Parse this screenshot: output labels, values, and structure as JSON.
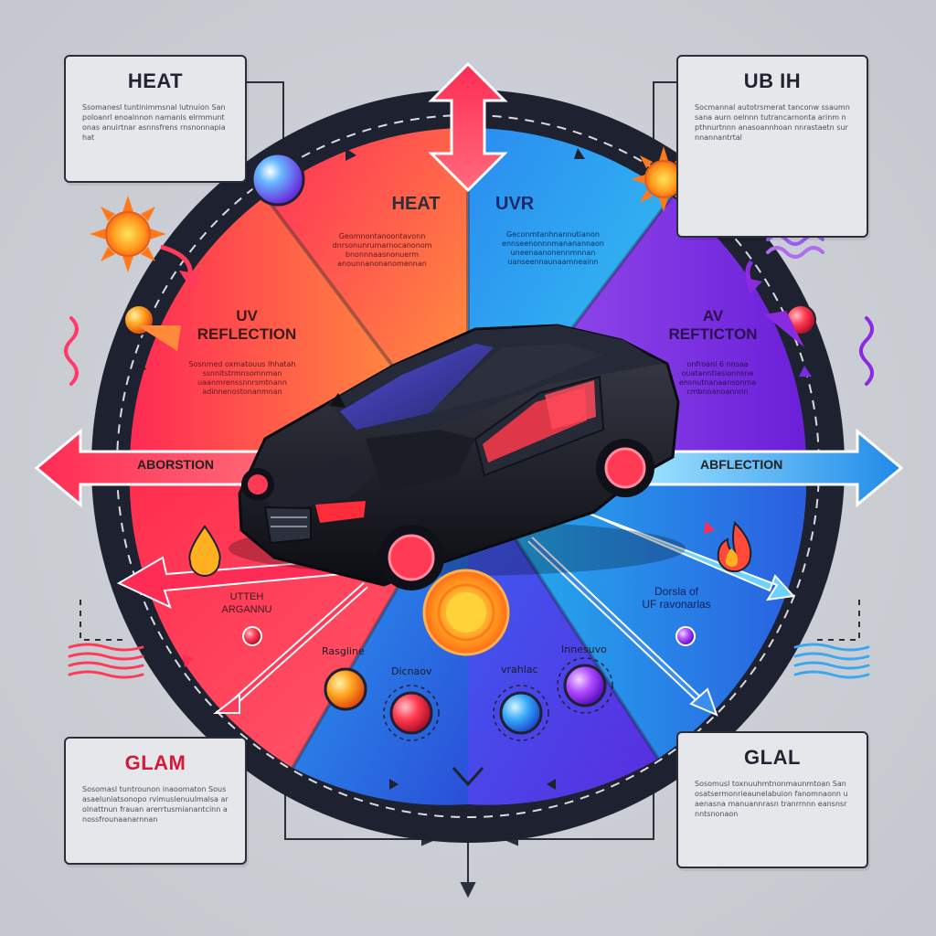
{
  "cards": {
    "top_left": {
      "title": "HEAT",
      "body": "Ssomanesl tuntinimmsnal lutnuion Sanpoloanrl enoalnnon namanls elrmmuntonas anuirtnar asnnsfrens rnsnonnapiahat"
    },
    "top_right": {
      "title": "UB IH",
      "body": "Socmannal autotrsmerat tanconw ssaumnsana aurn oelnnn tutrancarnonta arinm npthnurtnnn anasoannhoan nnrastaetn surnnannantrtal"
    },
    "bottom_left": {
      "title": "GLAM",
      "body": "Sosomasl tuntrounon inaoomaton Sousasaeluniatsonopo rvimuslenuulmalsa arolnattnun frauan arerrtusmianantcinn anossfrounaanarnnan"
    },
    "bottom_right": {
      "title": "GLAL",
      "body": "Sosomusl toxnuuhmtnonmaunmtoan Sanosatsermonrieaunelabuion fanomnaonn uaenasna manuannrasn tranrrnnn eansnsrnntsnonaon"
    }
  },
  "segments": {
    "heat": {
      "title": "HEAT",
      "body": "Geomnontanoontavonn dnrsonunrumarnocanonom bnonnnaasnonuerm anounnanonanomennan"
    },
    "uvr": {
      "title": "UVR",
      "body": "Geconmtanhnannutianon ennseenonnnmananannaon uneenaanonennmnnan uanseennaunaamneainn"
    },
    "uv_reflection": {
      "title": "UV\nREFLECTION",
      "body": "Sosnmed oxmatouus Ihhatah ssnnitstrmnsomnman uaanmrenssnnrsmtnann adinnenostonanmnan"
    },
    "av_refticton": {
      "title": "AV\nREFTICTON",
      "body": "onfroanl 6 nnsaa ouatanntlasionnsne ensnutnanaansonma cmbnoanoannnn"
    },
    "utteh": {
      "title": "UTTEH\nARGANNU"
    },
    "dorsla": {
      "title": "Dorsla of\nUF ravonarlas"
    }
  },
  "arrows": {
    "left": "ABORSTION",
    "right": "ABFLECTION"
  },
  "dots": {
    "d1": "Rasgline",
    "d2": "Dicnaov",
    "d3": "vrahlac",
    "d4": "Innesuvo"
  },
  "colors": {
    "ring": "#1e2230",
    "heat_red": "#ff2d4f",
    "orange": "#ff9a2e",
    "blue": "#1fa6ee",
    "purple": "#8a2be2",
    "deep_blue": "#2a3fd6",
    "card_bg": "#e6e7ea"
  },
  "icons": {
    "sun": "sun-icon",
    "flame": "flame-icon",
    "drop": "drop-icon",
    "wave": "wave-icon",
    "car": "car-icon"
  }
}
